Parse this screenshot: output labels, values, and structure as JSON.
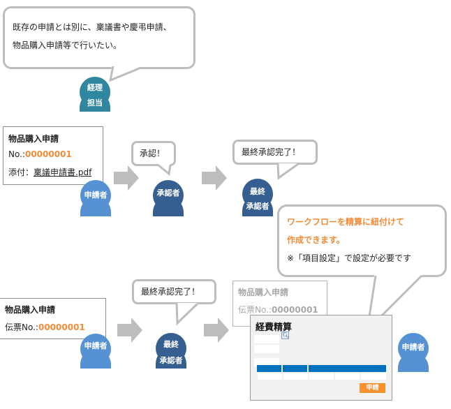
{
  "colors": {
    "bubble_border": "#bdbdbd",
    "accent_orange": "#f28c38",
    "manager_teal": "#30869e",
    "applicant_blue": "#5591d3",
    "approver_navy": "#365f91",
    "arrow_gray": "#bdbdbd",
    "table_header_blue": "#0070c0",
    "submit_orange": "#f7912f"
  },
  "top_bubble": {
    "line1": "既存の申請とは別に、稟議書や慶弔申請、",
    "line2": "物品購入申請等で行いたい。"
  },
  "manager": {
    "line1": "経理",
    "line2": "担当"
  },
  "row1": {
    "card": {
      "title": "物品購入申請",
      "no_label": "No.:",
      "no_value": "00000001",
      "attach_label": "添付：",
      "attach_file": "稟議申請書.pdf"
    },
    "applicant": {
      "label": "申請者"
    },
    "approver_bubble": "承認！",
    "approver": {
      "label": "承認者"
    },
    "final_bubble": "最終承認完了！",
    "final_approver": {
      "line1": "最終",
      "line2": "承認者"
    }
  },
  "info_bubble": {
    "line1": "ワークフローを精算に紐付けて",
    "line2": "作成できます。",
    "note": "※「項目設定」で設定が必要です"
  },
  "row2": {
    "card": {
      "title": "物品購入申請",
      "no_label": "伝票No.:",
      "no_value": "00000001"
    },
    "applicant": {
      "label": "申請者"
    },
    "final_bubble": "最終承認完了！",
    "final_approver": {
      "line1": "最終",
      "line2": "承認者"
    },
    "ghost_card": {
      "title": "物品購入申請",
      "no_label": "伝票No.:",
      "no_value": "00000001"
    },
    "expense_form": {
      "title": "経費精算",
      "search_icon": "magnifier-icon",
      "submit_label": "申請"
    },
    "applicant_right": {
      "label": "申請者"
    }
  }
}
